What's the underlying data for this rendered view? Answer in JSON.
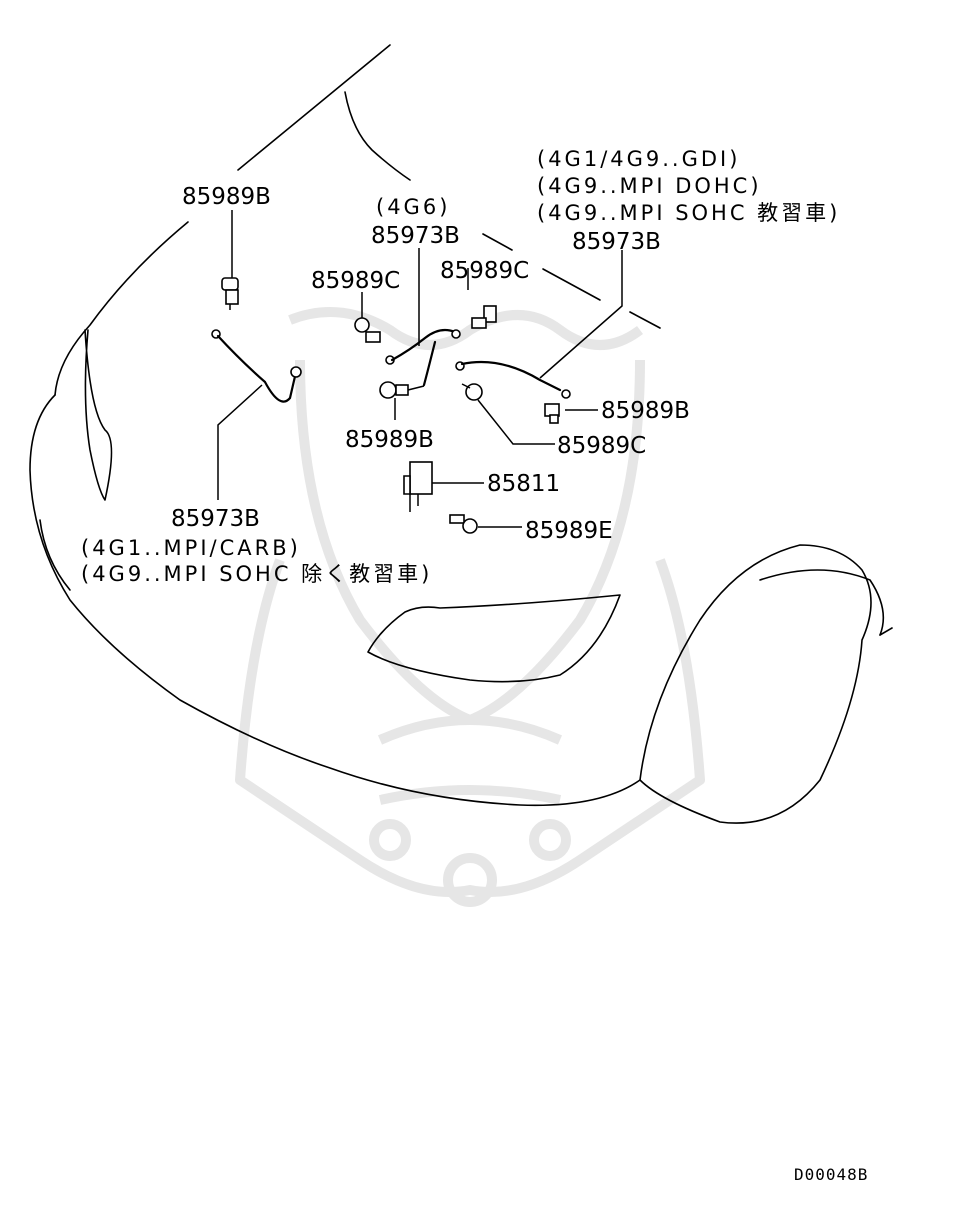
{
  "diagram": {
    "labels": {
      "left_top_part": "85989B",
      "center_variant": "(4G6)",
      "center_part": "85973B",
      "right_variant_1": "(4G1/4G9..GDI)",
      "right_variant_2": "(4G9..MPI DOHC)",
      "right_variant_3": "(4G9..MPI SOHC 教習車)",
      "right_part": "85973B",
      "center_left_bolt": "85989C",
      "center_right_bolt": "85989C",
      "right_bolt": "85989B",
      "center_lower_bolt": "85989B",
      "right_lower_bolt": "85989C",
      "relay": "85811",
      "bottom_bolt": "85989E",
      "left_cable_part": "85973B",
      "left_variant_1": "(4G1..MPI/CARB)",
      "left_variant_2": "(4G9..MPI SOHC 除く教習車)"
    },
    "diagram_code": "D00048B"
  }
}
